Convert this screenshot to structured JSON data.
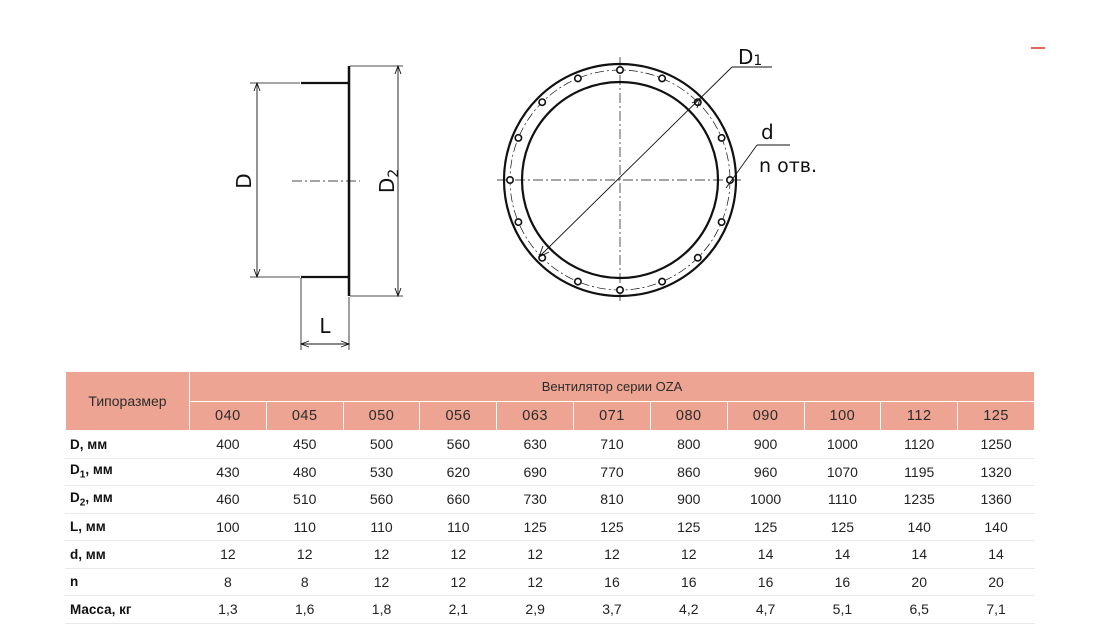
{
  "drawing": {
    "side_view": {
      "dim_D": "D",
      "dim_D2": "D",
      "dim_D2_sub": "2",
      "dim_L": "L"
    },
    "front_view": {
      "dim_D1": "D",
      "dim_D1_sub": "1",
      "dim_d": "d",
      "holes_label": "n отв."
    }
  },
  "table": {
    "type_header": "Типоразмер",
    "series_header": "Вентилятор серии OZA",
    "sizes": [
      "040",
      "045",
      "050",
      "056",
      "063",
      "071",
      "080",
      "090",
      "100",
      "112",
      "125"
    ],
    "rows": [
      {
        "label": "D, мм",
        "values": [
          "400",
          "450",
          "500",
          "560",
          "630",
          "710",
          "800",
          "900",
          "1000",
          "1120",
          "1250"
        ]
      },
      {
        "label": "D",
        "sub": "1",
        "unit": ", мм",
        "values": [
          "430",
          "480",
          "530",
          "620",
          "690",
          "770",
          "860",
          "960",
          "1070",
          "1195",
          "1320"
        ]
      },
      {
        "label": "D",
        "sub": "2",
        "unit": ", мм",
        "values": [
          "460",
          "510",
          "560",
          "660",
          "730",
          "810",
          "900",
          "1000",
          "1110",
          "1235",
          "1360"
        ]
      },
      {
        "label": "L, мм",
        "values": [
          "100",
          "110",
          "110",
          "110",
          "125",
          "125",
          "125",
          "125",
          "125",
          "140",
          "140"
        ]
      },
      {
        "label": "d, мм",
        "values": [
          "12",
          "12",
          "12",
          "12",
          "12",
          "12",
          "12",
          "14",
          "14",
          "14",
          "14"
        ]
      },
      {
        "label": "n",
        "values": [
          "8",
          "8",
          "12",
          "12",
          "12",
          "16",
          "16",
          "16",
          "16",
          "20",
          "20"
        ]
      },
      {
        "label": "Масса,  кг",
        "values": [
          "1,3",
          "1,6",
          "1,8",
          "2,1",
          "2,9",
          "3,7",
          "4,2",
          "4,7",
          "5,1",
          "6,5",
          "7,1"
        ]
      }
    ]
  }
}
